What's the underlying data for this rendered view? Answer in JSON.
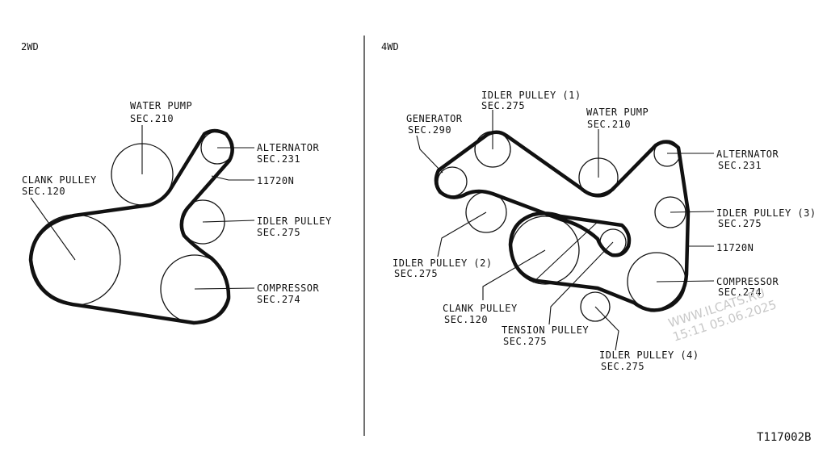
{
  "left": {
    "heading": "2WD",
    "water_pump": {
      "name": "WATER PUMP",
      "sec": "SEC.210"
    },
    "alternator": {
      "name": "ALTERNATOR",
      "sec": "SEC.231"
    },
    "belt": "11720N",
    "clank_pulley": {
      "name": "CLANK PULLEY",
      "sec": "SEC.120"
    },
    "idler_pulley": {
      "name": "IDLER PULLEY",
      "sec": "SEC.275"
    },
    "compressor": {
      "name": "COMPRESSOR",
      "sec": "SEC.274"
    }
  },
  "right": {
    "heading": "4WD",
    "idler_pulley_1": {
      "name": "IDLER PULLEY (1)",
      "sec": "SEC.275"
    },
    "generator": {
      "name": "GENERATOR",
      "sec": "SEC.290"
    },
    "water_pump": {
      "name": "WATER PUMP",
      "sec": "SEC.210"
    },
    "alternator": {
      "name": "ALTERNATOR",
      "sec": "SEC.231"
    },
    "idler_pulley_3": {
      "name": "IDLER PULLEY (3)",
      "sec": "SEC.275"
    },
    "belt": "11720N",
    "idler_pulley_2": {
      "name": "IDLER PULLEY (2)",
      "sec": "SEC.275"
    },
    "compressor": {
      "name": "COMPRESSOR",
      "sec": "SEC.274"
    },
    "clank_pulley": {
      "name": "CLANK PULLEY",
      "sec": "SEC.120"
    },
    "tension_pulley": {
      "name": "TENSION PULLEY",
      "sec": "SEC.275"
    },
    "idler_pulley_4": {
      "name": "IDLER PULLEY (4)",
      "sec": "SEC.275"
    }
  },
  "watermark": {
    "line1": "WWW.ILCATS.RU",
    "line2": "15:11 05.06.2025"
  },
  "figure_code": "T117002B"
}
